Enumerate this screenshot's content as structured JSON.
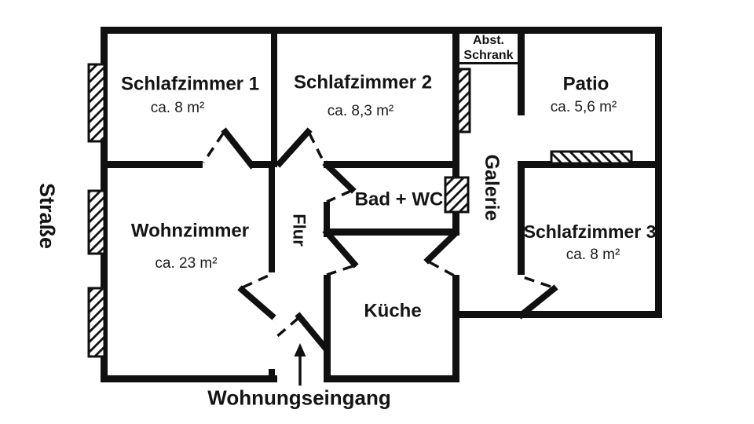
{
  "colors": {
    "wall": "#101010",
    "background": "#ffffff",
    "text": "#141414"
  },
  "rooms": {
    "schlafzimmer1": {
      "name": "Schlafzimmer 1",
      "area": "ca. 8 m²"
    },
    "schlafzimmer2": {
      "name": "Schlafzimmer 2",
      "area": "ca. 8,3 m²"
    },
    "schlafzimmer3": {
      "name": "Schlafzimmer 3",
      "area": "ca. 8 m²"
    },
    "wohnzimmer": {
      "name": "Wohnzimmer",
      "area": "ca. 23 m²"
    },
    "kueche": {
      "name": "Küche"
    },
    "bad": {
      "name": "Bad + WC"
    },
    "flur": {
      "name": "Flur"
    },
    "galerie": {
      "name": "Galerie"
    },
    "patio": {
      "name": "Patio",
      "area": "ca. 5,6 m²"
    },
    "abstellschrank": {
      "line1": "Abst.",
      "line2": "Schrank"
    }
  },
  "annotations": {
    "street": "Straße",
    "entrance": "Wohnungseingang"
  }
}
